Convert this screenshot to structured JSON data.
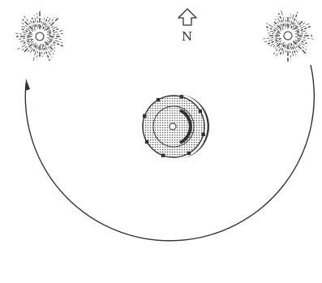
{
  "compass": {
    "letter": "N",
    "icon": "north-arrow-icon"
  },
  "sun": {
    "icon": "sun-icon",
    "count": 2
  },
  "central_object": {
    "icon": "tower-top-view-icon"
  },
  "path": {
    "icon": "circular-path-arrow-icon",
    "direction": "clockwise"
  },
  "colors": {
    "ink": "#333333",
    "background": "#ffffff",
    "shade": "#555555"
  }
}
